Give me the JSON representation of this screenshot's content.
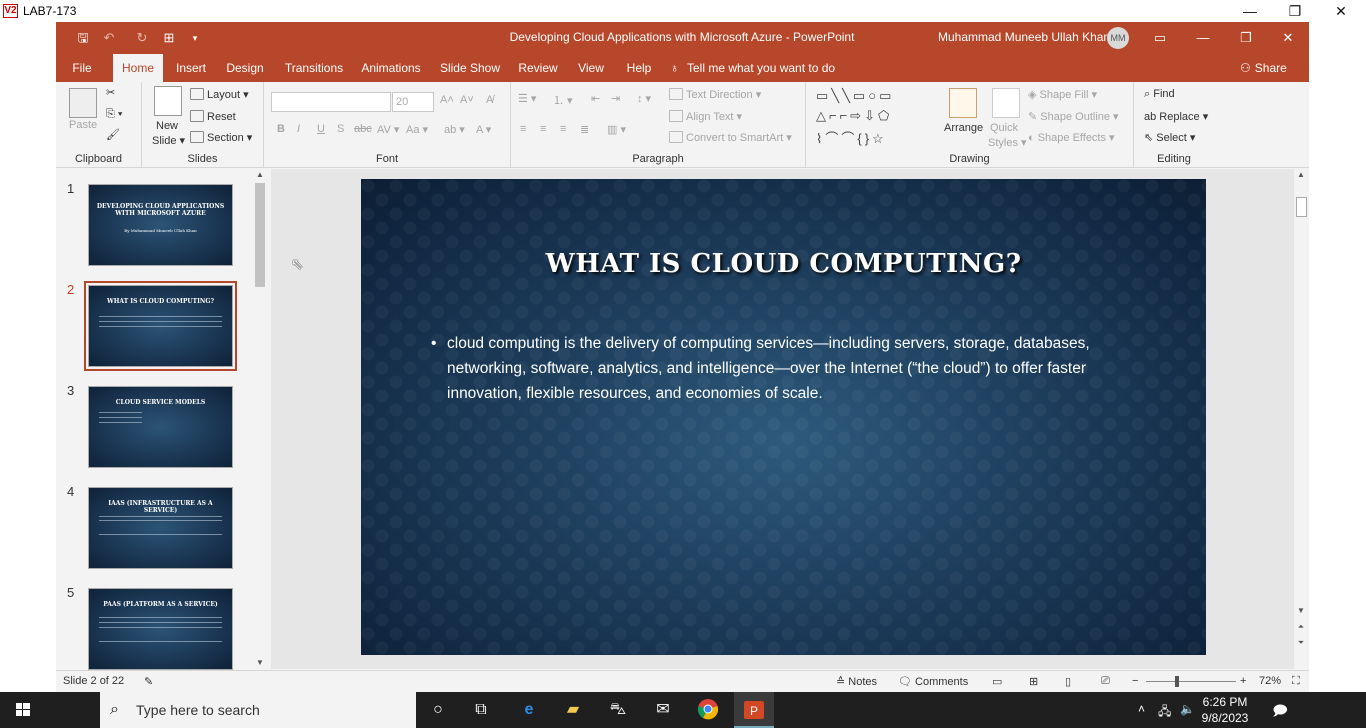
{
  "outer_window": {
    "logo": "V2",
    "title": "LAB7-173"
  },
  "titlebar": {
    "document_title": "Developing Cloud Applications with Microsoft Azure  -  PowerPoint",
    "user_name": "Muhammad Muneeb Ullah Khan",
    "avatar_initials": "MM"
  },
  "tabs": [
    "File",
    "Home",
    "Insert",
    "Design",
    "Transitions",
    "Animations",
    "Slide Show",
    "Review",
    "View",
    "Help"
  ],
  "active_tab": "Home",
  "tell_me": "Tell me what you want to do",
  "share": "Share",
  "ribbon": {
    "clipboard": {
      "label": "Clipboard",
      "paste": "Paste"
    },
    "slides": {
      "label": "Slides",
      "new_slide": "New",
      "new_slide2": "Slide",
      "layout": "Layout",
      "reset": "Reset",
      "section": "Section"
    },
    "font": {
      "label": "Font",
      "font_size": "20"
    },
    "paragraph": {
      "label": "Paragraph",
      "text_direction": "Text Direction",
      "align_text": "Align Text",
      "convert_smartart": "Convert to SmartArt"
    },
    "drawing": {
      "label": "Drawing",
      "arrange": "Arrange",
      "quick_styles": "Quick",
      "quick_styles2": "Styles",
      "shape_fill": "Shape Fill",
      "shape_outline": "Shape Outline",
      "shape_effects": "Shape Effects"
    },
    "editing": {
      "label": "Editing",
      "find": "Find",
      "replace": "Replace",
      "select": "Select"
    }
  },
  "slides": [
    {
      "num": "1",
      "title": "DEVELOPING CLOUD APPLICATIONS WITH MICROSOFT AZURE",
      "subtitle": "By Muhammad Muneeb Ullah Khan"
    },
    {
      "num": "2",
      "title": "WHAT IS CLOUD COMPUTING?"
    },
    {
      "num": "3",
      "title": "CLOUD SERVICE MODELS"
    },
    {
      "num": "4",
      "title": "IAAS (INFRASTRUCTURE AS A SERVICE)"
    },
    {
      "num": "5",
      "title": "PAAS (PLATFORM AS A SERVICE)"
    }
  ],
  "current_slide": {
    "title": "WHAT IS CLOUD COMPUTING?",
    "bullet": "cloud computing is the delivery of computing services—including servers, storage, databases, networking, software, analytics, and intelligence—over the Internet (“the cloud”) to offer faster innovation, flexible resources, and economies of scale."
  },
  "status": {
    "slide_counter": "Slide 2 of 22",
    "notes": "Notes",
    "comments": "Comments",
    "zoom": "72%"
  },
  "taskbar": {
    "search_placeholder": "Type here to search",
    "time": "6:26 PM",
    "date": "9/8/2023"
  }
}
